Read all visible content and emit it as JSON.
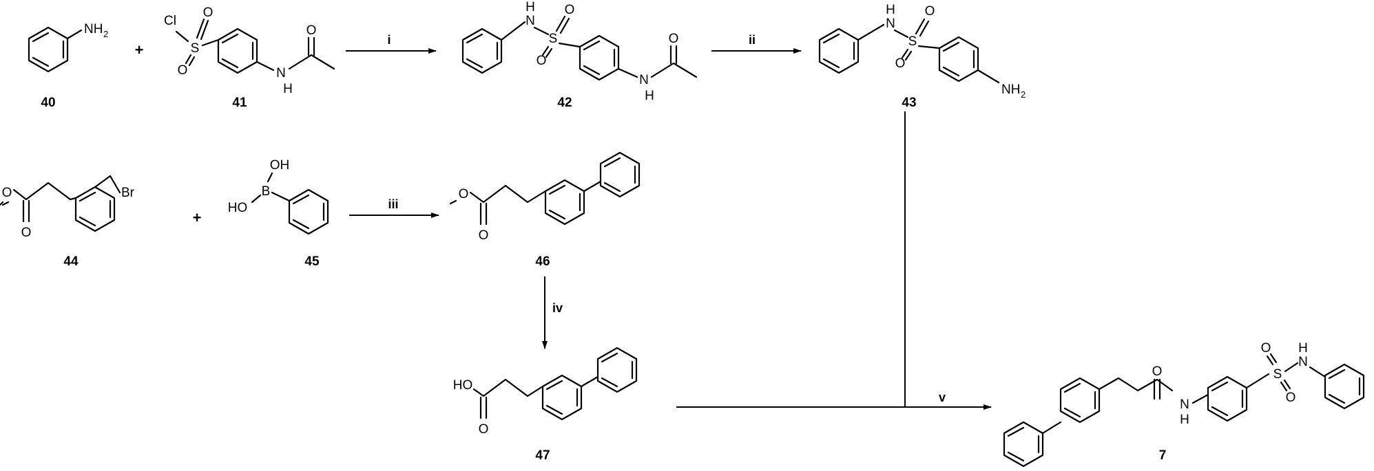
{
  "compounds": [
    {
      "id": "40",
      "atoms": {
        "amine": "NH",
        "amine_sub": "2"
      }
    },
    {
      "id": "41",
      "atoms": {
        "cl": "Cl",
        "s": "S",
        "o1": "O",
        "o2": "O",
        "nh": "N",
        "h": "H",
        "co": "O"
      }
    },
    {
      "id": "42",
      "atoms": {
        "n": "N",
        "h": "H",
        "s": "S",
        "o1": "O",
        "o2": "O",
        "nh": "N",
        "h2": "H",
        "co": "O"
      }
    },
    {
      "id": "43",
      "atoms": {
        "n": "N",
        "h": "H",
        "s": "S",
        "o1": "O",
        "o2": "O",
        "amine": "NH",
        "amine_sub": "2"
      }
    },
    {
      "id": "44",
      "atoms": {
        "o1": "O",
        "o2": "O",
        "br": "Br"
      }
    },
    {
      "id": "45",
      "atoms": {
        "oh1": "OH",
        "b": "B",
        "oh2": "HO"
      }
    },
    {
      "id": "46",
      "atoms": {
        "o1": "O",
        "o2": "O"
      }
    },
    {
      "id": "47",
      "atoms": {
        "ho": "HO",
        "o": "O"
      }
    },
    {
      "id": "7",
      "atoms": {
        "o": "O",
        "n": "N",
        "h": "H",
        "s": "S",
        "o1": "O",
        "o2": "O",
        "n2": "N",
        "h2": "H"
      }
    }
  ],
  "conditions": [
    "i",
    "ii",
    "iii",
    "iv",
    "v"
  ],
  "plus": "+"
}
